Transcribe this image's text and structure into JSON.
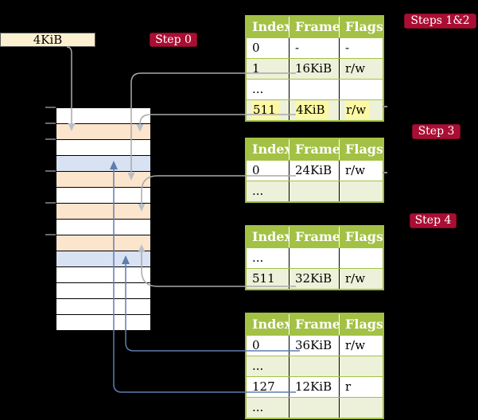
{
  "root_box": {
    "label": "4KiB"
  },
  "badges": {
    "step0": "Step 0",
    "steps12": "Steps 1&2",
    "step3": "Step 3",
    "step4": "Step 4"
  },
  "colors": {
    "table_header": "#a3c144",
    "table_row_green": "#edf1d9",
    "highlight_yellow": "#fdf8a2",
    "badge_red": "#ab0e33",
    "frame_pagetable": "#fce5cd",
    "frame_data": "#d9e2f3",
    "root_box_fill": "#fcf0d0",
    "arrow_gray": "#a9a9a9",
    "arrow_blue": "#5e7db0"
  },
  "physical_memory": {
    "rows": [
      {
        "kind": "free"
      },
      {
        "kind": "pagetable"
      },
      {
        "kind": "free"
      },
      {
        "kind": "data"
      },
      {
        "kind": "pagetable"
      },
      {
        "kind": "free"
      },
      {
        "kind": "pagetable"
      },
      {
        "kind": "free"
      },
      {
        "kind": "pagetable"
      },
      {
        "kind": "data"
      },
      {
        "kind": "free"
      },
      {
        "kind": "free"
      },
      {
        "kind": "free"
      },
      {
        "kind": "free"
      }
    ]
  },
  "page_tables": [
    {
      "step_label": "Steps 1&2",
      "headers": [
        "Index",
        "Frame",
        "Flags"
      ],
      "rows": [
        {
          "index": "0",
          "frame": "-",
          "flags": "-",
          "shade": "white",
          "highlight": false
        },
        {
          "index": "1",
          "frame": "16KiB",
          "flags": "r/w",
          "shade": "green",
          "highlight": false
        },
        {
          "index": "...",
          "frame": "",
          "flags": "",
          "shade": "white",
          "highlight": false
        },
        {
          "index": "511",
          "frame": "4KiB",
          "flags": "r/w",
          "shade": "green",
          "highlight": true
        }
      ]
    },
    {
      "step_label": "Step 3",
      "headers": [
        "Index",
        "Frame",
        "Flags"
      ],
      "rows": [
        {
          "index": "0",
          "frame": "24KiB",
          "flags": "r/w",
          "shade": "white",
          "highlight": false
        },
        {
          "index": "...",
          "frame": "",
          "flags": "",
          "shade": "green",
          "highlight": false
        }
      ]
    },
    {
      "step_label": "Step 4",
      "headers": [
        "Index",
        "Frame",
        "Flags"
      ],
      "rows": [
        {
          "index": "...",
          "frame": "",
          "flags": "",
          "shade": "white",
          "highlight": false
        },
        {
          "index": "511",
          "frame": "32KiB",
          "flags": "r/w",
          "shade": "green",
          "highlight": false
        }
      ]
    },
    {
      "step_label": "",
      "headers": [
        "Index",
        "Frame",
        "Flags"
      ],
      "rows": [
        {
          "index": "0",
          "frame": "36KiB",
          "flags": "r/w",
          "shade": "white",
          "highlight": false
        },
        {
          "index": "...",
          "frame": "",
          "flags": "",
          "shade": "green",
          "highlight": false
        },
        {
          "index": "127",
          "frame": "12KiB",
          "flags": "r",
          "shade": "white",
          "highlight": false
        },
        {
          "index": "...",
          "frame": "",
          "flags": "",
          "shade": "green",
          "highlight": false
        }
      ]
    }
  ]
}
